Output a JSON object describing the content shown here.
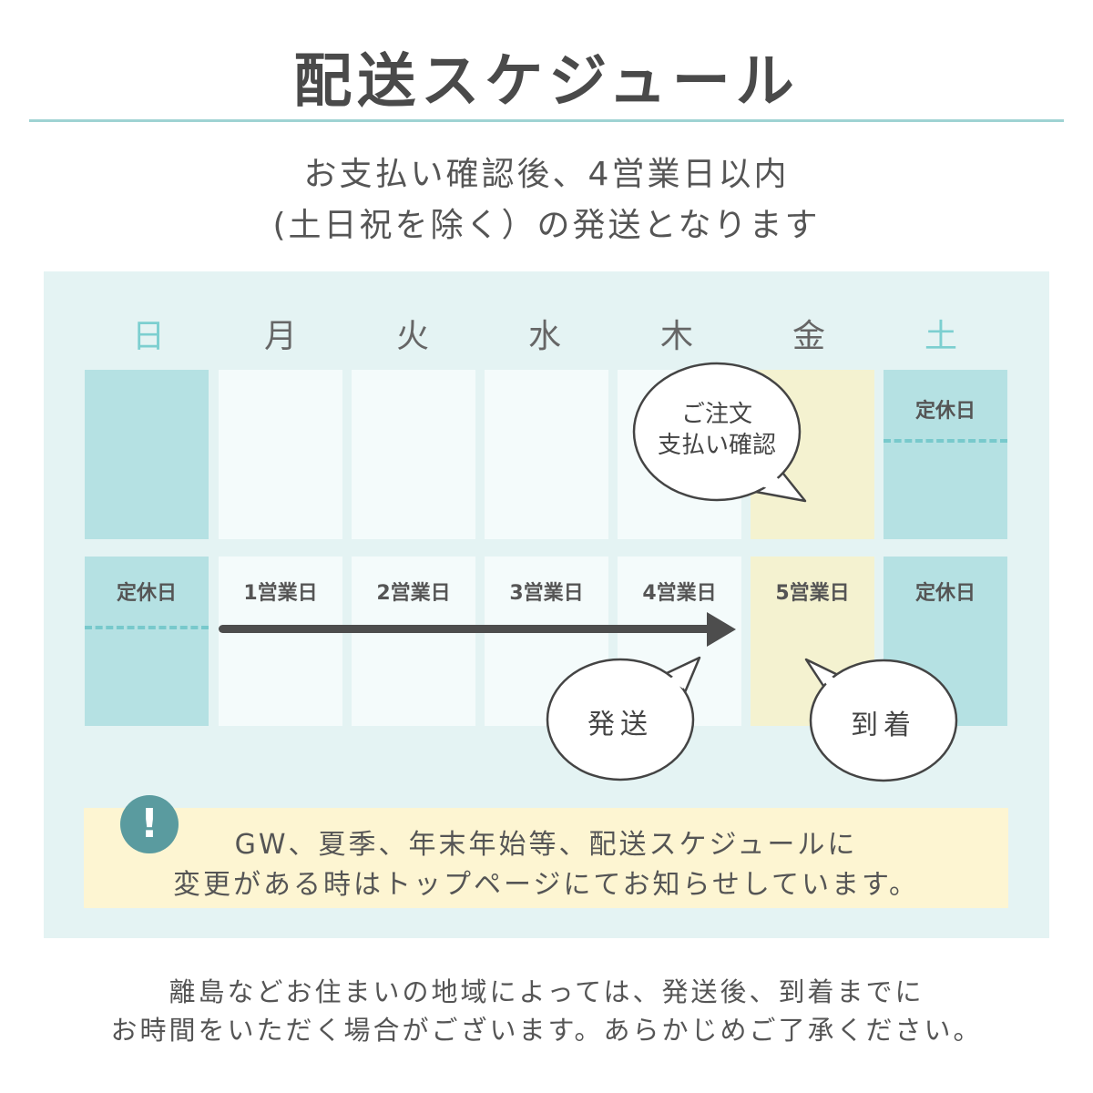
{
  "title": "配送スケジュール",
  "subtitle_line1": "お支払い確認後、4営業日以内",
  "subtitle_line2": "(土日祝を除く）の発送となります",
  "days": [
    "日",
    "月",
    "火",
    "水",
    "木",
    "金",
    "土"
  ],
  "colors": {
    "accent": "#7ccfd0",
    "holiday_cell": "#b5e1e3",
    "weekday_cell": "#f4fbfb",
    "arrival_cell": "#f4f2d0",
    "note_bg": "#fdf5d2",
    "warn_icon": "#5a9b9f"
  },
  "week1": {
    "sat_label": "定休日"
  },
  "week2": {
    "sun_label": "定休日",
    "business_days": [
      "1営業日",
      "2営業日",
      "3営業日",
      "4営業日",
      "5営業日"
    ],
    "sat_label": "定休日"
  },
  "bubbles": {
    "order_line1": "ご注文",
    "order_line2": "支払い確認",
    "ship": "発送",
    "arrive": "到着"
  },
  "notice": {
    "icon": "exclamation-icon",
    "mark": "!",
    "line1": "GW、夏季、年末年始等、配送スケジュールに",
    "line2": "変更がある時はトップページにてお知らせしています。"
  },
  "footer_line1": "離島などお住まいの地域によっては、発送後、到着までに",
  "footer_line2": "お時間をいただく場合がございます。あらかじめご了承ください。"
}
